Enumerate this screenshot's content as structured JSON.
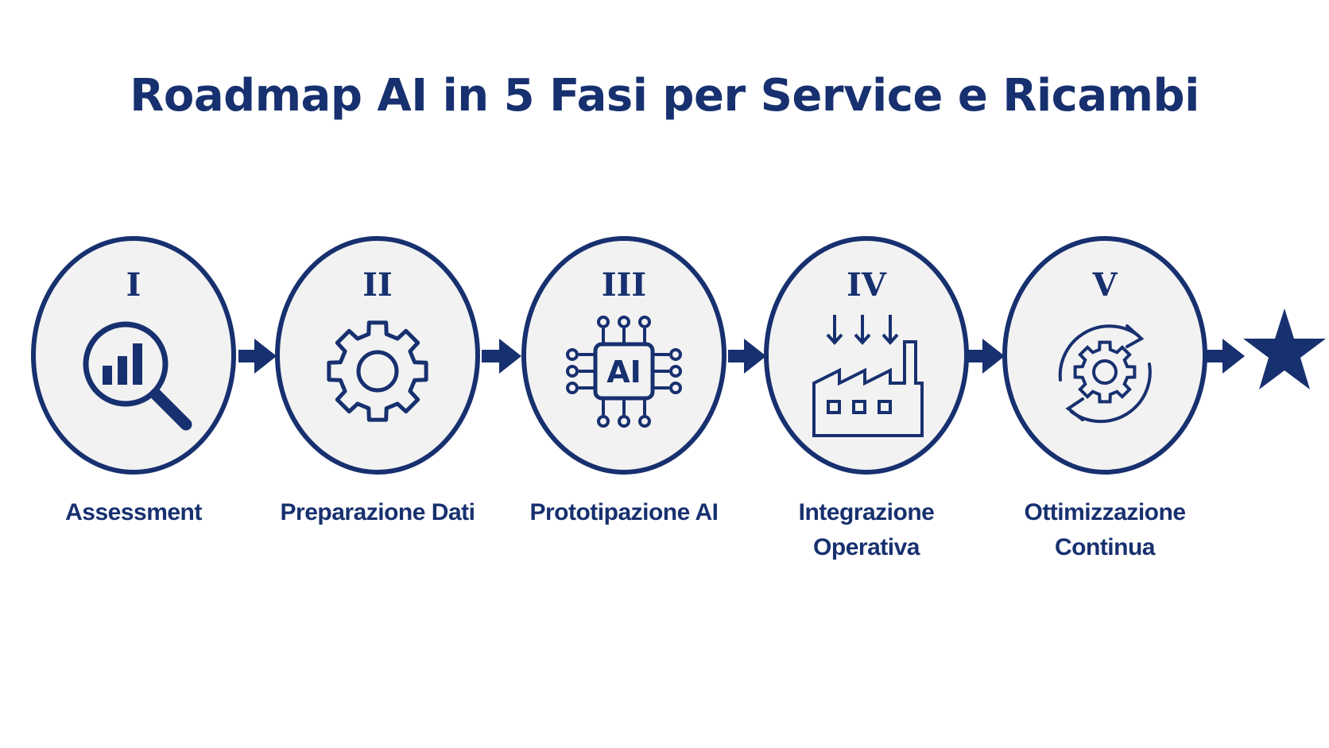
{
  "title": "Roadmap AI in 5 Fasi per Service e Ricambi",
  "colors": {
    "primary": "#17306f",
    "circle_fill": "#f2f2f2",
    "background": "#ffffff"
  },
  "phases": [
    {
      "numeral": "I",
      "label_lines": [
        "Assessment"
      ],
      "icon": "magnifier-bar-chart-icon"
    },
    {
      "numeral": "II",
      "label_lines": [
        "Preparazione Dati"
      ],
      "icon": "gear-icon"
    },
    {
      "numeral": "III",
      "label_lines": [
        "Prototipazione AI"
      ],
      "icon": "ai-chip-icon",
      "icon_text": "AI"
    },
    {
      "numeral": "IV",
      "label_lines": [
        "Integrazione",
        "Operativa"
      ],
      "icon": "factory-icon"
    },
    {
      "numeral": "V",
      "label_lines": [
        "Ottimizzazione",
        "Continua"
      ],
      "icon": "cycle-gear-icon"
    }
  ],
  "end_marker": "star-icon"
}
